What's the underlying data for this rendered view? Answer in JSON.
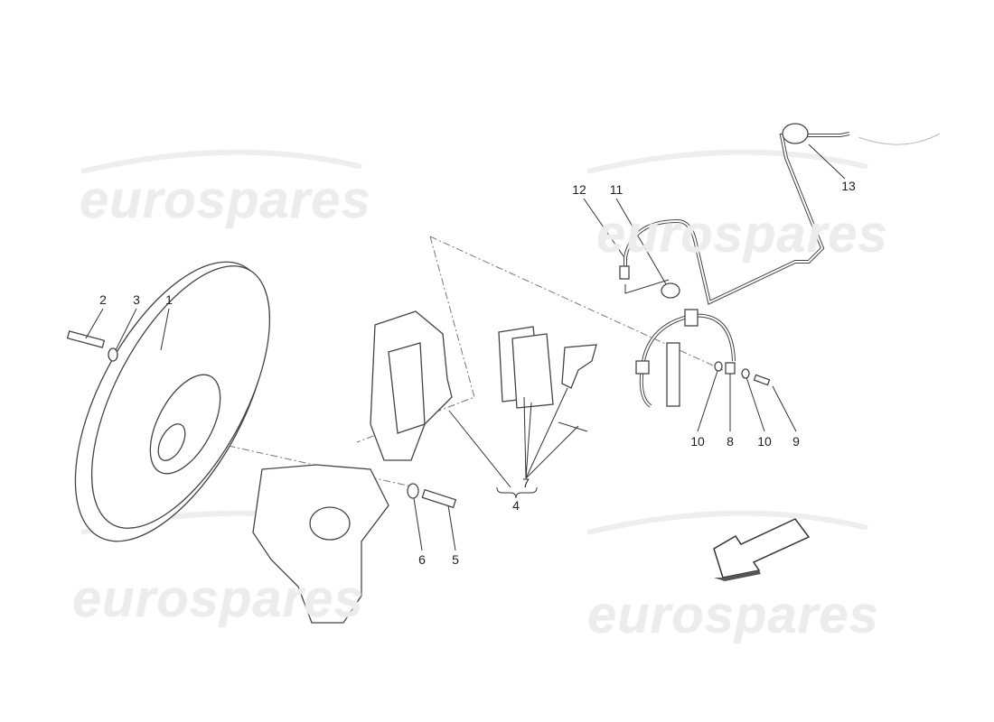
{
  "watermark": {
    "text": "eurospares"
  },
  "callouts": [
    {
      "id": "1",
      "label": "1"
    },
    {
      "id": "2",
      "label": "2"
    },
    {
      "id": "3",
      "label": "3"
    },
    {
      "id": "4",
      "label": "4"
    },
    {
      "id": "5",
      "label": "5"
    },
    {
      "id": "6",
      "label": "6"
    },
    {
      "id": "7",
      "label": "7"
    },
    {
      "id": "8",
      "label": "8"
    },
    {
      "id": "9",
      "label": "9"
    },
    {
      "id": "10a",
      "label": "10"
    },
    {
      "id": "10b",
      "label": "10"
    },
    {
      "id": "11",
      "label": "11"
    },
    {
      "id": "12",
      "label": "12"
    },
    {
      "id": "13",
      "label": "13"
    }
  ],
  "icons": {
    "direction": "arrow-down-left-icon"
  }
}
